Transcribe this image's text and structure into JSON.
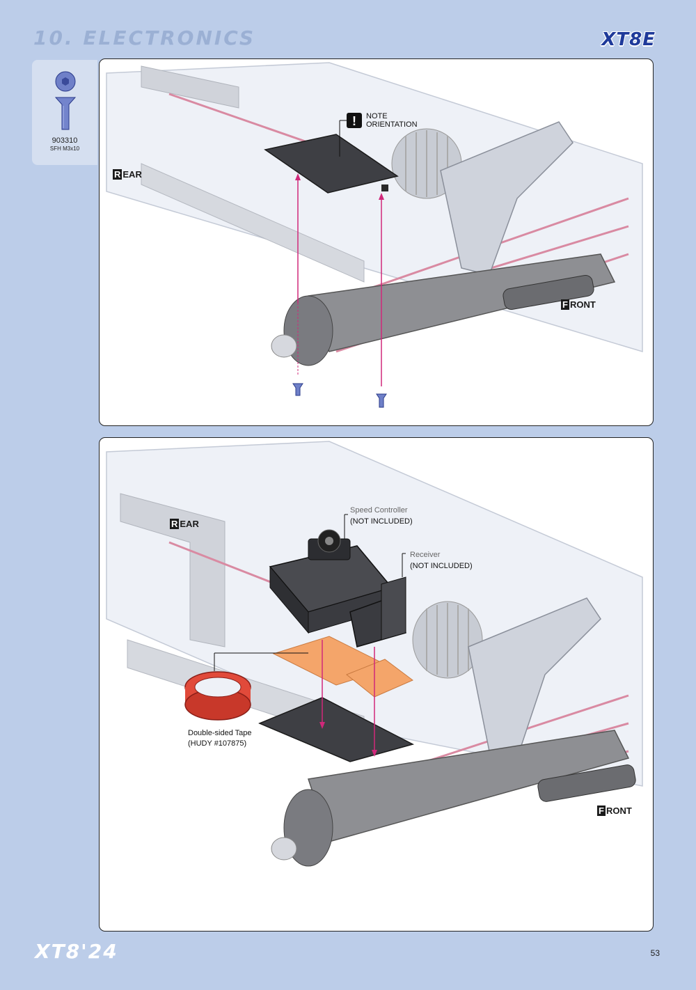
{
  "header": {
    "section_title": "10. ELECTRONICS",
    "brand": "XT8E"
  },
  "parts": {
    "code": "903310",
    "description": "SFH M3x10",
    "icon": "screw-icon"
  },
  "step1": {
    "note_line1": "NOTE",
    "note_line2": "ORIENTATION",
    "rear_cap": "R",
    "rear_rest": "EAR",
    "front_cap": "F",
    "front_rest": "RONT"
  },
  "step2": {
    "rear_cap": "R",
    "rear_rest": "EAR",
    "front_cap": "F",
    "front_rest": "RONT",
    "speed_controller_label": "Speed Controller",
    "speed_controller_note": "(NOT INCLUDED)",
    "receiver_label": "Receiver",
    "receiver_note": "(NOT INCLUDED)",
    "tape_label": "Double-sided Tape",
    "tape_part": "(HUDY #107875)"
  },
  "footer": {
    "brand": "XT8'24",
    "page_number": "53"
  },
  "colors": {
    "background": "#bccde9",
    "arrow": "#d0287a",
    "tape": "#f4a56a",
    "brand_blue": "#1f3a9a"
  }
}
